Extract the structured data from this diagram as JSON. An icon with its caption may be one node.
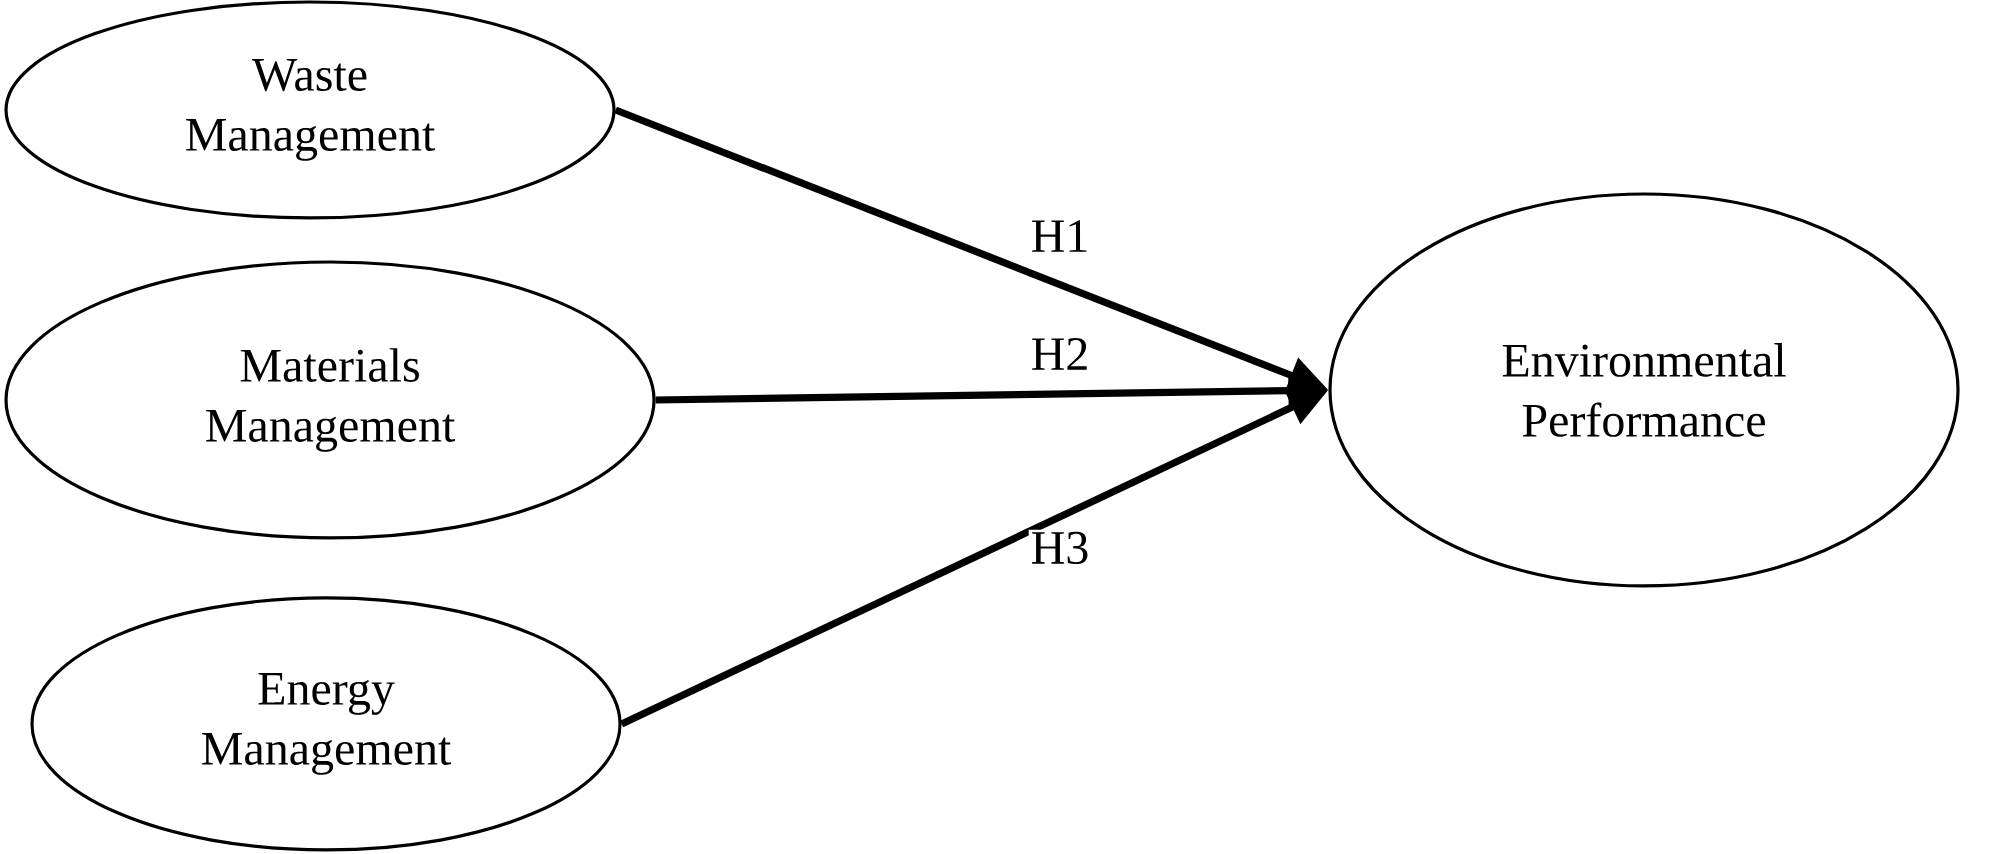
{
  "diagram": {
    "nodes": [
      {
        "text": [
          "Waste Management"
        ]
      },
      {
        "text": [
          "Materials Management"
        ]
      },
      {
        "text": [
          "Energy Management"
        ]
      },
      {
        "text": [
          "Environmental Performance"
        ]
      }
    ],
    "edges": [
      {
        "from": 0,
        "to": 3,
        "arrow": "to",
        "label": "H1"
      },
      {
        "from": 1,
        "to": 3,
        "arrow": "to",
        "label": "H2"
      },
      {
        "from": 2,
        "to": 3,
        "arrow": "to",
        "label": "H3"
      }
    ]
  }
}
